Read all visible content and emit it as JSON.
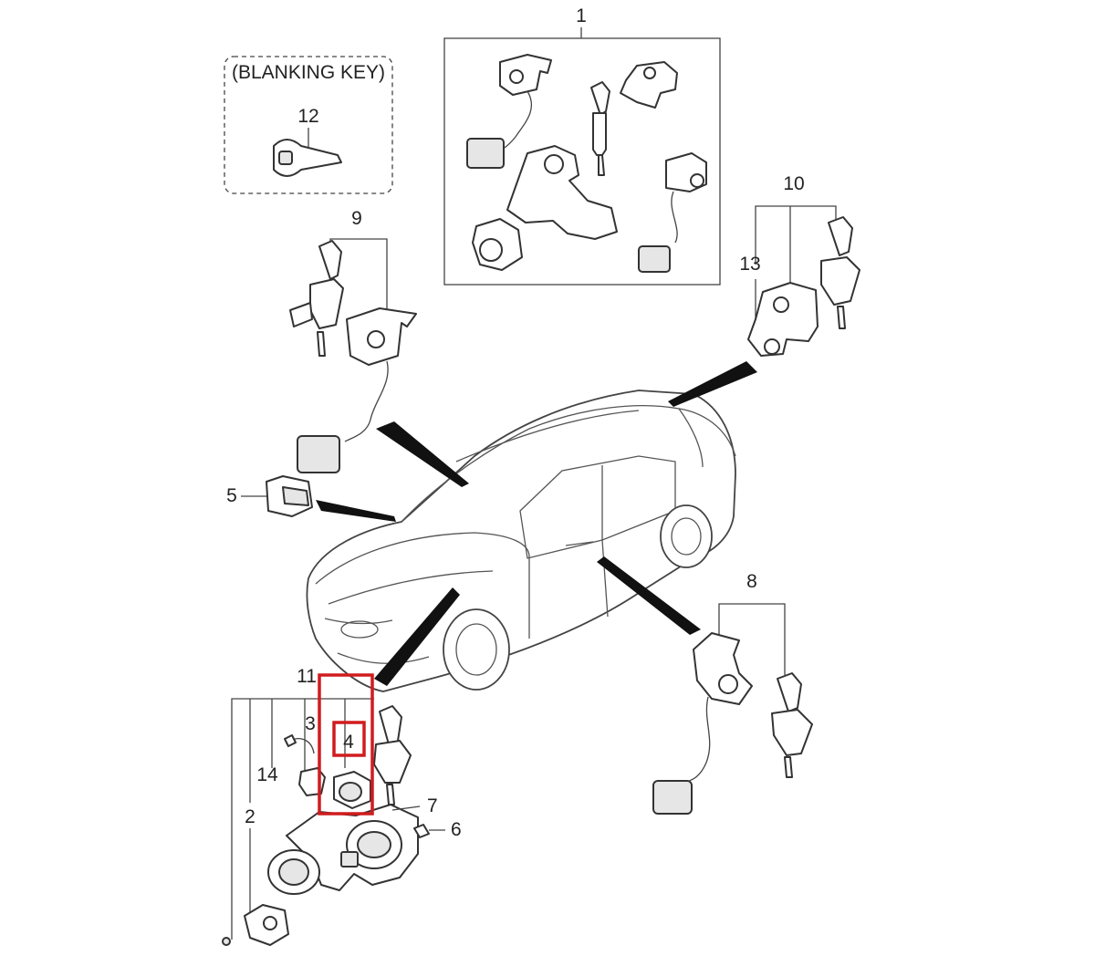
{
  "diagram": {
    "blanking_key_label": "(BLANKING KEY)",
    "callouts": {
      "c1": "1",
      "c2": "2",
      "c3": "3",
      "c4": "4",
      "c5": "5",
      "c6": "6",
      "c7": "7",
      "c8": "8",
      "c9": "9",
      "c10": "10",
      "c11": "11",
      "c12": "12",
      "c13": "13",
      "c14": "14"
    },
    "highlight_color": "#d01c1f"
  }
}
